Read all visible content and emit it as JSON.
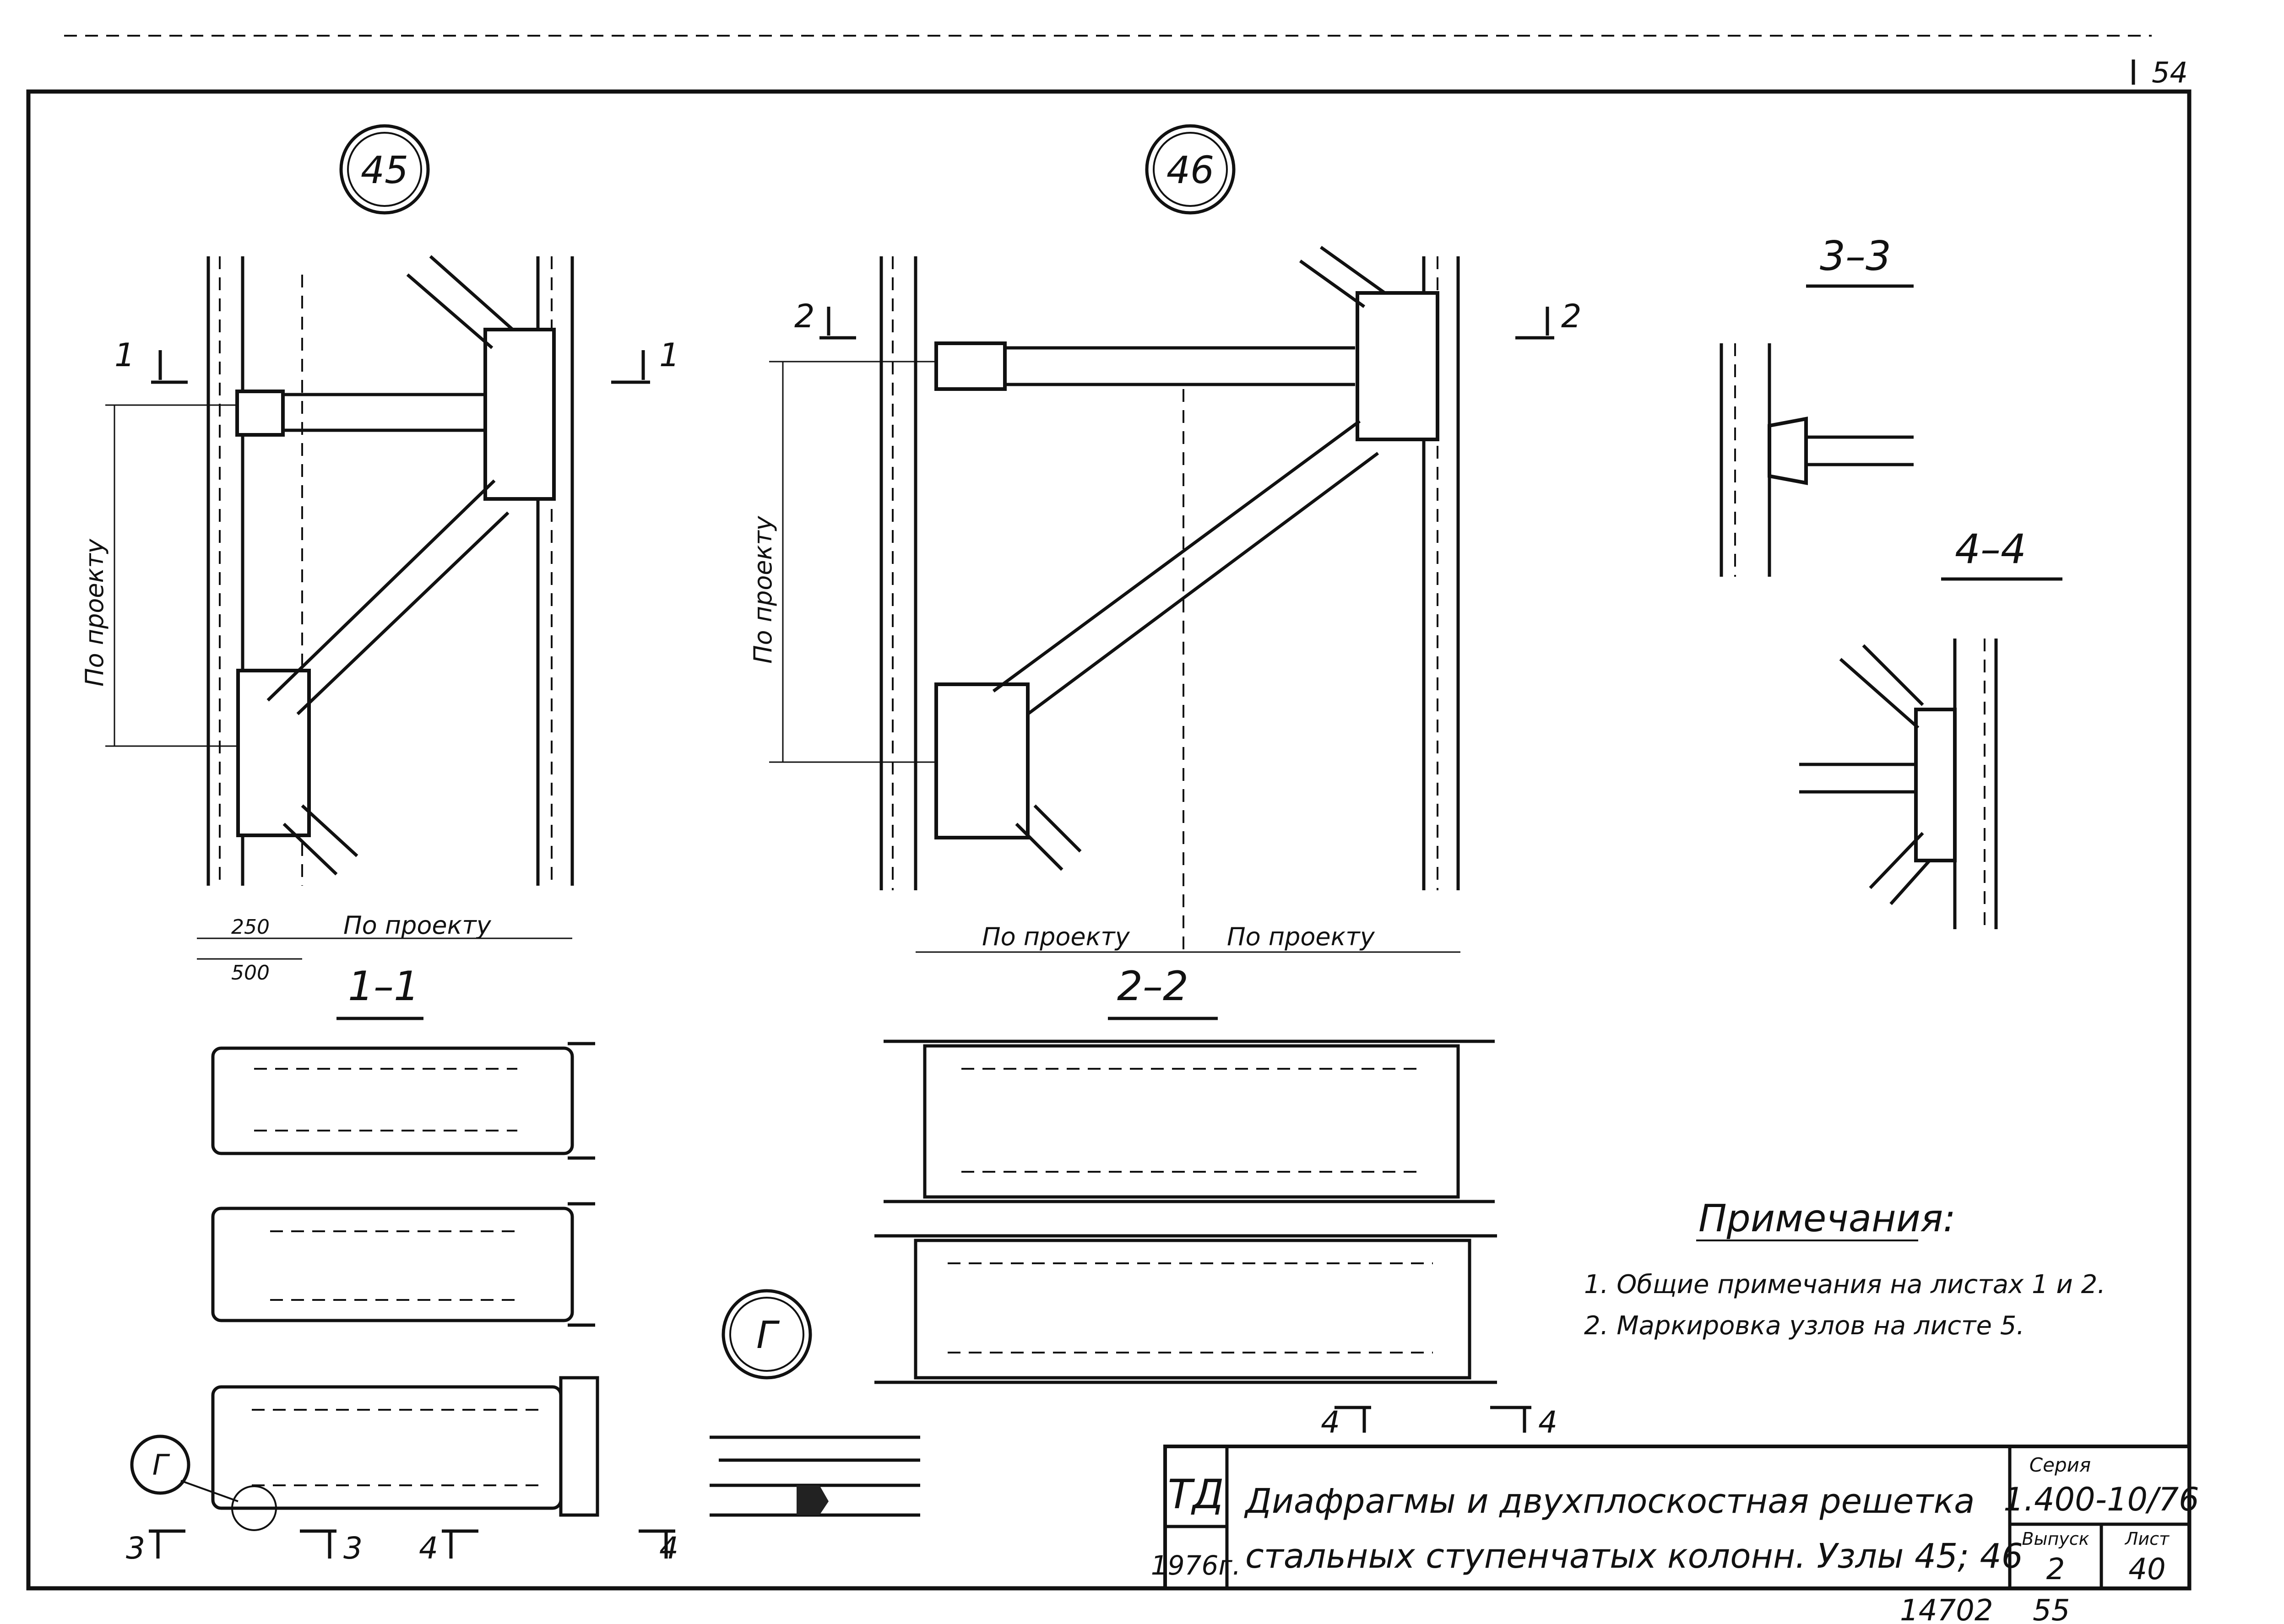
{
  "corner": {
    "top_number": "54",
    "bottom_left": "14702",
    "bottom_right": "55"
  },
  "nodes": {
    "n45": "45",
    "n46": "46",
    "nG": "Г"
  },
  "sections": {
    "s11": "1–1",
    "s22": "2–2",
    "s33": "3–3",
    "s44": "4–4",
    "m1": "1",
    "m2": "2",
    "m3": "3",
    "m4": "4"
  },
  "dims": {
    "d250": "250",
    "d500": "500",
    "by_project": "По проекту"
  },
  "notes": {
    "title": "Примечания:",
    "items": [
      "1. Общие примечания на листах 1 и 2.",
      "2. Маркировка узлов на листе 5."
    ]
  },
  "title_block": {
    "code": "ТД",
    "year": "1976г.",
    "title_line1": "Диафрагмы и двухплоскостная решетка",
    "title_line2": "стальных ступенчатых колонн. Узлы 45; 46",
    "series_label": "Серия",
    "series": "1.400-10/76",
    "issue_label": "Выпуск",
    "issue": "2",
    "sheet_label": "Лист",
    "sheet": "40"
  }
}
